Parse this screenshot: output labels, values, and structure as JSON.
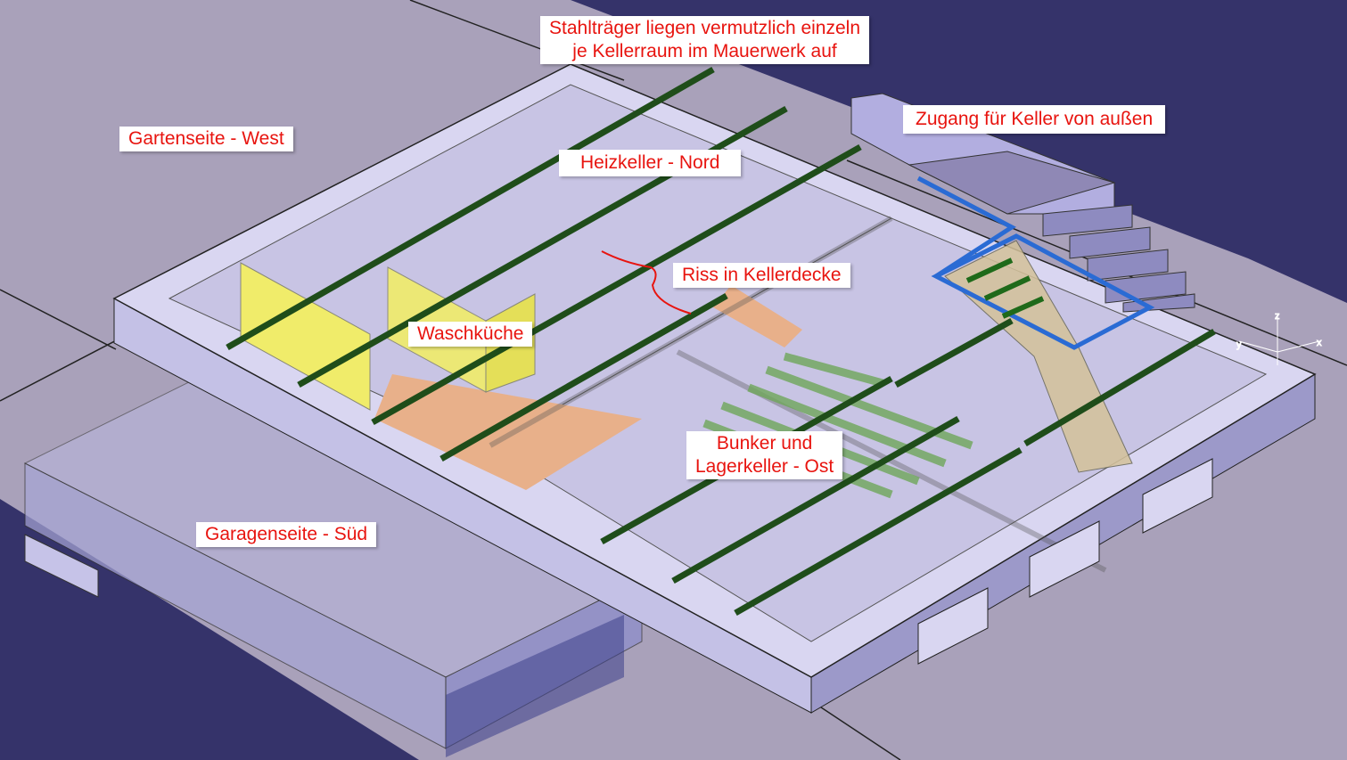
{
  "labels": {
    "beams_note_line1": "Stahlträger liegen vermutzlich einzeln",
    "beams_note_line2": "je Kellerraum im Mauerwerk auf",
    "garden_west": "Gartenseite - West",
    "access_outside": "Zugang für Keller von außen",
    "heating_north": "Heizkeller - Nord",
    "crack": "Riss in Kellerdecke",
    "laundry": "Waschküche",
    "bunker_line1": "Bunker und",
    "bunker_line2": "Lagerkeller - Ost",
    "garage_south": "Garagenseite - Süd"
  },
  "axis_triad": {
    "x": "x",
    "y": "y",
    "z": "z"
  },
  "colors": {
    "background": "#a9a1ba",
    "navy": "#35336a",
    "slab": "#d6d3ee",
    "beam": "#1f4d1a",
    "label_text": "#e8140f",
    "yellow": "#f0ec6a",
    "orange": "#e8b08a",
    "stairs": "#c9b68a",
    "frame": "#2a6bd4"
  }
}
